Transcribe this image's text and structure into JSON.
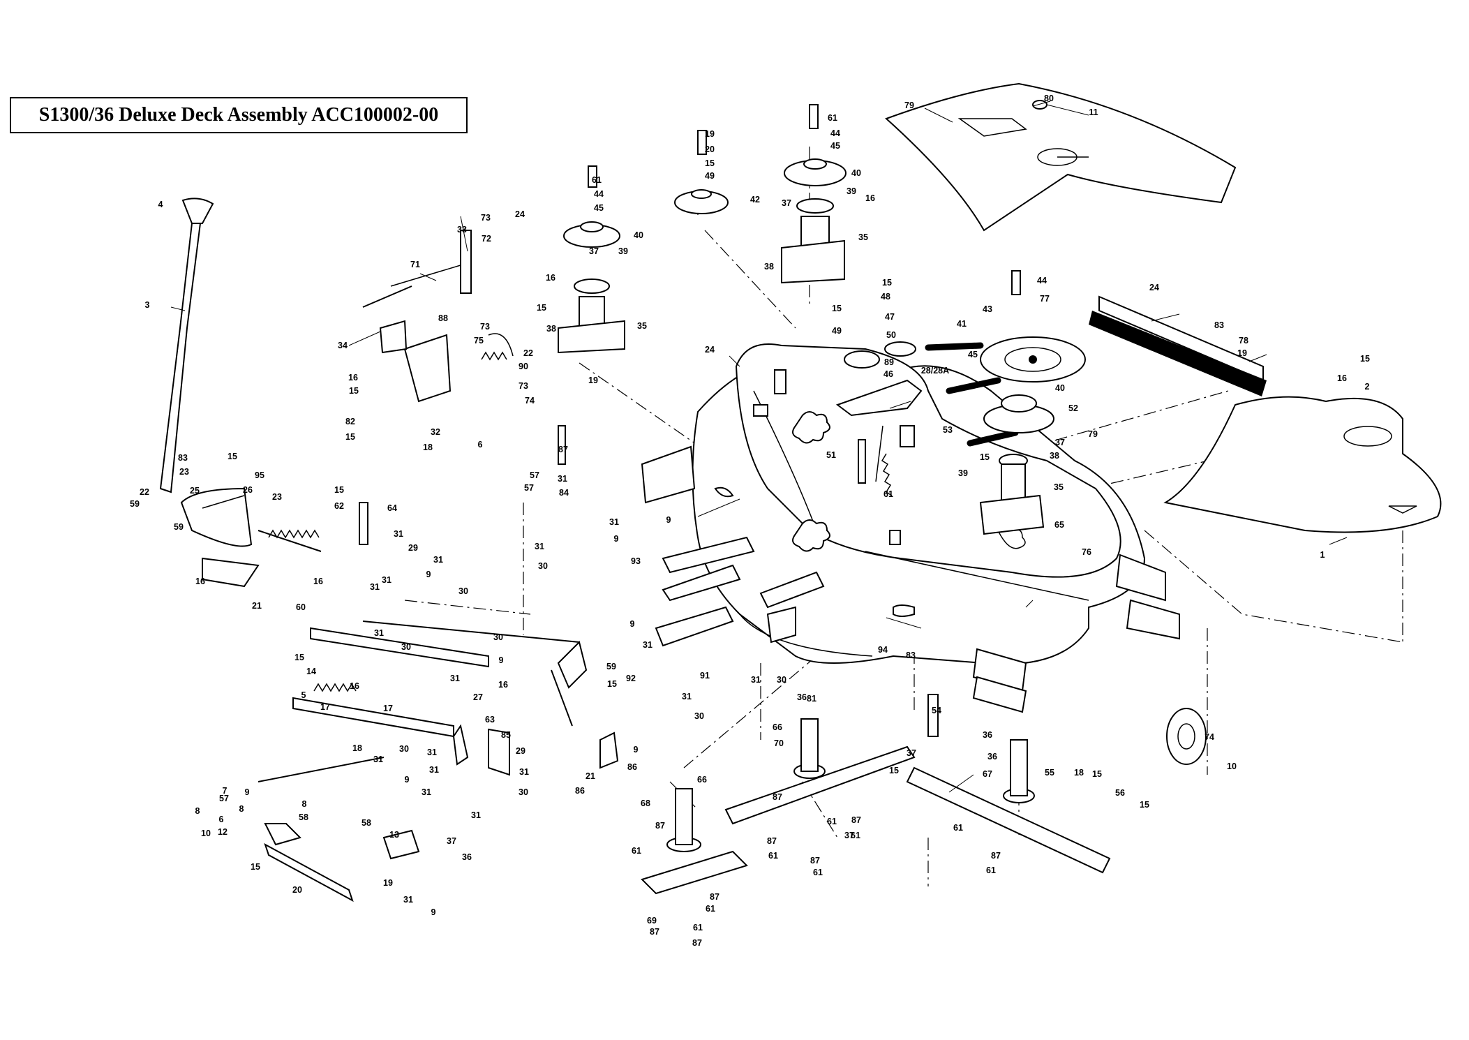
{
  "title": "S1300/36 Deluxe Deck Assembly ACC100002-00",
  "callouts": [
    "79",
    "80",
    "11",
    "61",
    "44",
    "45",
    "40",
    "19",
    "20",
    "15",
    "49",
    "42",
    "37",
    "39",
    "16",
    "35",
    "38",
    "4",
    "73",
    "24",
    "33",
    "72",
    "71",
    "61",
    "44",
    "45",
    "40",
    "37",
    "39",
    "16",
    "15",
    "38",
    "35",
    "19",
    "3",
    "34",
    "88",
    "73",
    "75",
    "22",
    "90",
    "73",
    "74",
    "16",
    "15",
    "82",
    "15",
    "32",
    "18",
    "6",
    "15",
    "48",
    "15",
    "49",
    "47",
    "50",
    "89",
    "46",
    "28/28A",
    "41",
    "45",
    "43",
    "40",
    "52",
    "53",
    "51",
    "61",
    "44",
    "77",
    "24",
    "83",
    "78",
    "19",
    "15",
    "2",
    "16",
    "15",
    "39",
    "37",
    "38",
    "35",
    "65",
    "76",
    "79",
    "1",
    "24",
    "83",
    "23",
    "22",
    "59",
    "15",
    "95",
    "26",
    "23",
    "25",
    "59",
    "15",
    "62",
    "64",
    "16",
    "21",
    "16",
    "60",
    "87",
    "57",
    "31",
    "57",
    "84",
    "31",
    "31",
    "9",
    "30",
    "93",
    "9",
    "31",
    "29",
    "31",
    "9",
    "31",
    "31",
    "30",
    "31",
    "30",
    "30",
    "16",
    "15",
    "14",
    "16",
    "17",
    "5",
    "17",
    "18",
    "31",
    "31",
    "9",
    "27",
    "59",
    "15",
    "9",
    "31",
    "92",
    "91",
    "31",
    "30",
    "31",
    "30",
    "94",
    "83",
    "81",
    "15",
    "37",
    "54",
    "18",
    "15",
    "56",
    "63",
    "85",
    "31",
    "30",
    "31",
    "29",
    "31",
    "9",
    "31",
    "30",
    "31",
    "9",
    "86",
    "21",
    "86",
    "36",
    "66",
    "70",
    "87",
    "61",
    "37",
    "36",
    "36",
    "67",
    "55",
    "15",
    "74",
    "10",
    "7",
    "57",
    "9",
    "10",
    "8",
    "8",
    "6",
    "8",
    "58",
    "12",
    "58",
    "13",
    "15",
    "20",
    "19",
    "31",
    "9",
    "37",
    "36",
    "66",
    "68",
    "87",
    "61",
    "87",
    "61",
    "87",
    "61",
    "87",
    "61",
    "87",
    "61",
    "69",
    "87",
    "61",
    "87",
    "61",
    "87",
    "61"
  ]
}
